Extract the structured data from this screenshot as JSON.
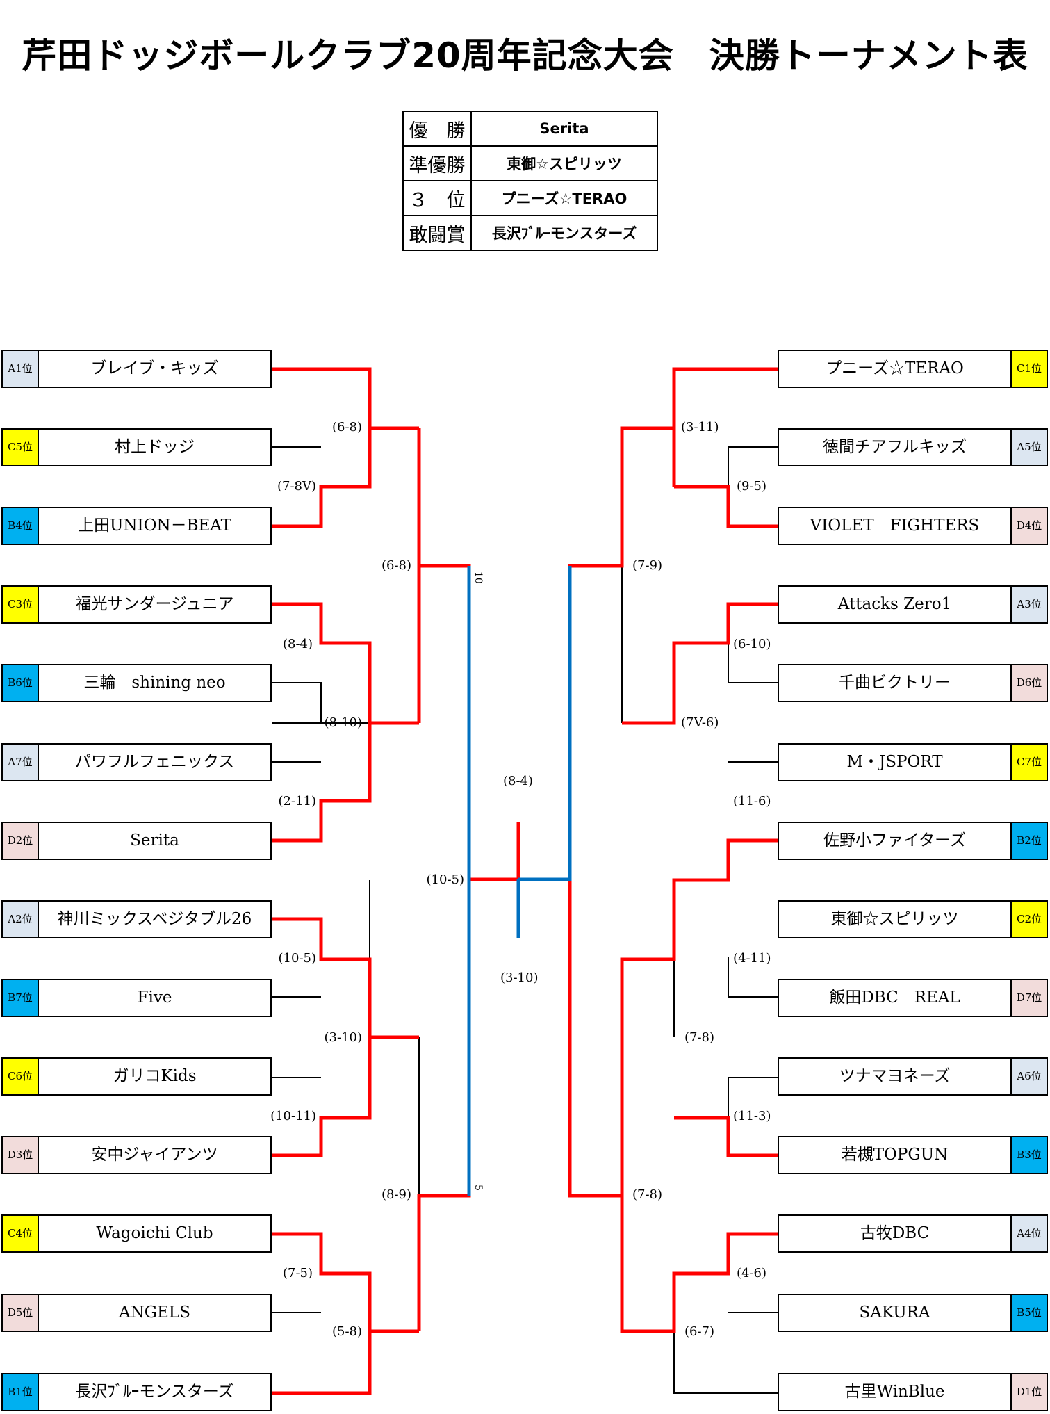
{
  "title": "芹田ドッジボールクラブ20周年記念大会　決勝トーナメント表",
  "results": [
    {
      "label": "優　勝",
      "team": "Serita"
    },
    {
      "label": "準優勝",
      "team": "東御☆スピリッツ"
    },
    {
      "label": "３　位",
      "team": "プニーズ☆TERAO"
    },
    {
      "label": "敢闘賞",
      "team": "長沢ﾌﾞﾙｰモンスターズ"
    }
  ],
  "left_teams": [
    {
      "seed": "A1位",
      "group": "A",
      "name": "ブレイブ・キッズ"
    },
    {
      "seed": "C5位",
      "group": "C",
      "name": "村上ドッジ"
    },
    {
      "seed": "B4位",
      "group": "B",
      "name": "上田UNION－BEAT"
    },
    {
      "seed": "C3位",
      "group": "C",
      "name": "福光サンダージュニア"
    },
    {
      "seed": "B6位",
      "group": "B",
      "name": "三輪　shining neo"
    },
    {
      "seed": "A7位",
      "group": "A",
      "name": "パワフルフェニックス"
    },
    {
      "seed": "D2位",
      "group": "D",
      "name": "Serita"
    },
    {
      "seed": "A2位",
      "group": "A",
      "name": "神川ミックスベジタブル26"
    },
    {
      "seed": "B7位",
      "group": "B",
      "name": "Five"
    },
    {
      "seed": "C6位",
      "group": "C",
      "name": "ガリコKids"
    },
    {
      "seed": "D3位",
      "group": "D",
      "name": "安中ジャイアンツ"
    },
    {
      "seed": "C4位",
      "group": "C",
      "name": "Wagoichi Club"
    },
    {
      "seed": "D5位",
      "group": "D",
      "name": "ANGELS"
    },
    {
      "seed": "B1位",
      "group": "B",
      "name": "長沢ﾌﾞﾙｰモンスターズ"
    }
  ],
  "right_teams": [
    {
      "seed": "C1位",
      "group": "C",
      "name": "プニーズ☆TERAO"
    },
    {
      "seed": "A5位",
      "group": "A",
      "name": "徳間チアフルキッズ"
    },
    {
      "seed": "D4位",
      "group": "D",
      "name": "VIOLET　FIGHTERS"
    },
    {
      "seed": "A3位",
      "group": "A",
      "name": "Attacks Zero1"
    },
    {
      "seed": "D6位",
      "group": "D",
      "name": "千曲ビクトリー"
    },
    {
      "seed": "C7位",
      "group": "C",
      "name": "M・JSPORT"
    },
    {
      "seed": "B2位",
      "group": "B",
      "name": "佐野小ファイターズ"
    },
    {
      "seed": "C2位",
      "group": "C",
      "name": "東御☆スピリッツ"
    },
    {
      "seed": "D7位",
      "group": "D",
      "name": "飯田DBC　REAL"
    },
    {
      "seed": "A6位",
      "group": "A",
      "name": "ツナマヨネーズ"
    },
    {
      "seed": "B3位",
      "group": "B",
      "name": "若槻TOPGUN"
    },
    {
      "seed": "A4位",
      "group": "A",
      "name": "古牧DBC"
    },
    {
      "seed": "B5位",
      "group": "B",
      "name": "SAKURA"
    },
    {
      "seed": "D1位",
      "group": "D",
      "name": "古里WinBlue"
    }
  ],
  "scores": {
    "l1": "(6-8)",
    "l2": "(7-8V)",
    "l3": "(6-8)",
    "l4": "(8-4)",
    "l5": "(8-10)",
    "l6": "(2-11)",
    "l7": "(10-5)",
    "l8": "(3-10)",
    "l9": "(10-11)",
    "l10": "(8-9)",
    "l11": "(7-5)",
    "l12": "(5-8)",
    "r1": "(3-11)",
    "r2": "(9-5)",
    "r3": "(7-9)",
    "r4": "(6-10)",
    "r5": "(7V-6)",
    "r6": "(11-6)",
    "r7": "(4-11)",
    "r8": "(7-8)",
    "r9": "(11-3)",
    "r10": "(7-8)",
    "r11": "(4-6)",
    "r12": "(6-7)",
    "final_left": "(10-5)",
    "third_top": "(8-4)",
    "third_bottom": "(3-10)"
  },
  "game_labels": {
    "g10": "10",
    "g5": "5"
  },
  "colors": {
    "winner_line": "#ff0000",
    "final_line": "#0070c0",
    "line": "#000000",
    "group_A": "#dce6f1",
    "group_B": "#00b0f0",
    "group_C": "#ffff00",
    "group_D": "#f2dcdb"
  }
}
